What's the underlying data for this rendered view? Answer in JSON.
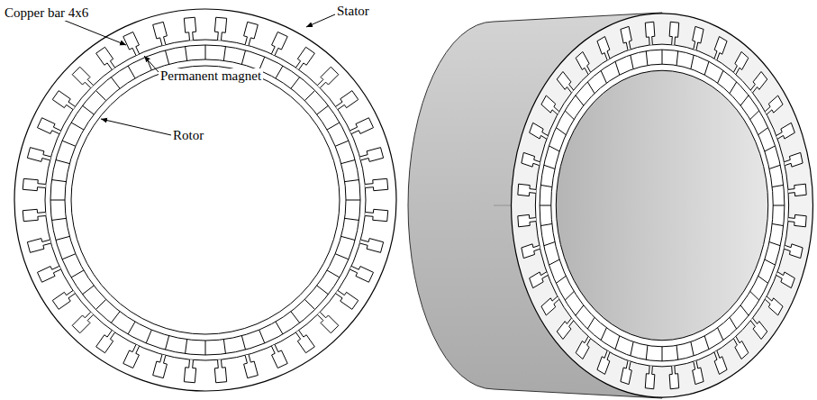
{
  "diagram": {
    "labels": [
      "Copper bar 4x6",
      "Stator",
      "Permanent magnet",
      "Rotor"
    ]
  }
}
